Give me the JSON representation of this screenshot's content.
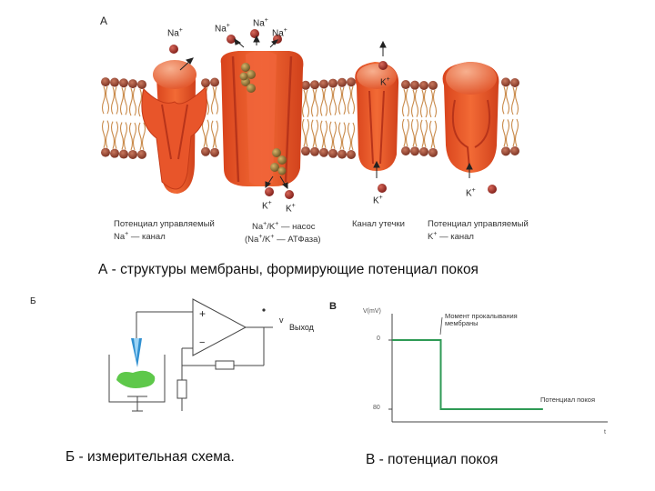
{
  "panel_a": {
    "letter": "А",
    "ions": {
      "na_left": "Na+",
      "na_top1": "Na+",
      "na_top2": "Na+",
      "na_top3": "Na+",
      "k_right_inside": "K+",
      "k_bottom1": "K+",
      "k_bottom2": "K+",
      "k_bottom3": "K+",
      "k_bottom4": "K+"
    },
    "labels": {
      "na_channel_1": "Потенциал управляемый",
      "na_channel_2": "Na+ — канал",
      "pump_1": "Na+/K+ — насос",
      "pump_2": "(Na+/K+ — АТФаза)",
      "leak": "Канал утечки",
      "k_channel_1": "Потенциал управляемый",
      "k_channel_2": "K+ — канал"
    },
    "caption": "А - структуры мембраны, формирующие потенциал покоя"
  },
  "panel_b": {
    "letter": "Б",
    "plus": "+",
    "minus": "−",
    "output_v": "v",
    "output_label": "Выход",
    "caption": "Б - измерительная схема."
  },
  "panel_v": {
    "letter": "В",
    "y_axis_label": "V(mV)",
    "x_axis_label": "t",
    "tick_0": "0",
    "tick_neg80": "80",
    "annotation_1": "Момент прокалывания",
    "annotation_2": "мембраны",
    "resting_label": "Потенциал покоя",
    "caption": "В - потенциал покоя"
  },
  "colors": {
    "protein": "#e8552a",
    "protein_dark": "#c43a18",
    "head": "#9b4a35",
    "ion": "#9b2c24",
    "trace": "#2e9a55",
    "neuron": "#5ec84a",
    "electrode": "#2f8fd0"
  },
  "chart_data": {
    "type": "line",
    "title": "",
    "xlabel": "t",
    "ylabel": "V(mV)",
    "series": [
      {
        "name": "",
        "x": [
          0,
          1,
          1,
          3.1
        ],
        "y": [
          0,
          0,
          -80,
          -80
        ]
      }
    ],
    "ylim": [
      -100,
      30
    ],
    "grid": false
  }
}
